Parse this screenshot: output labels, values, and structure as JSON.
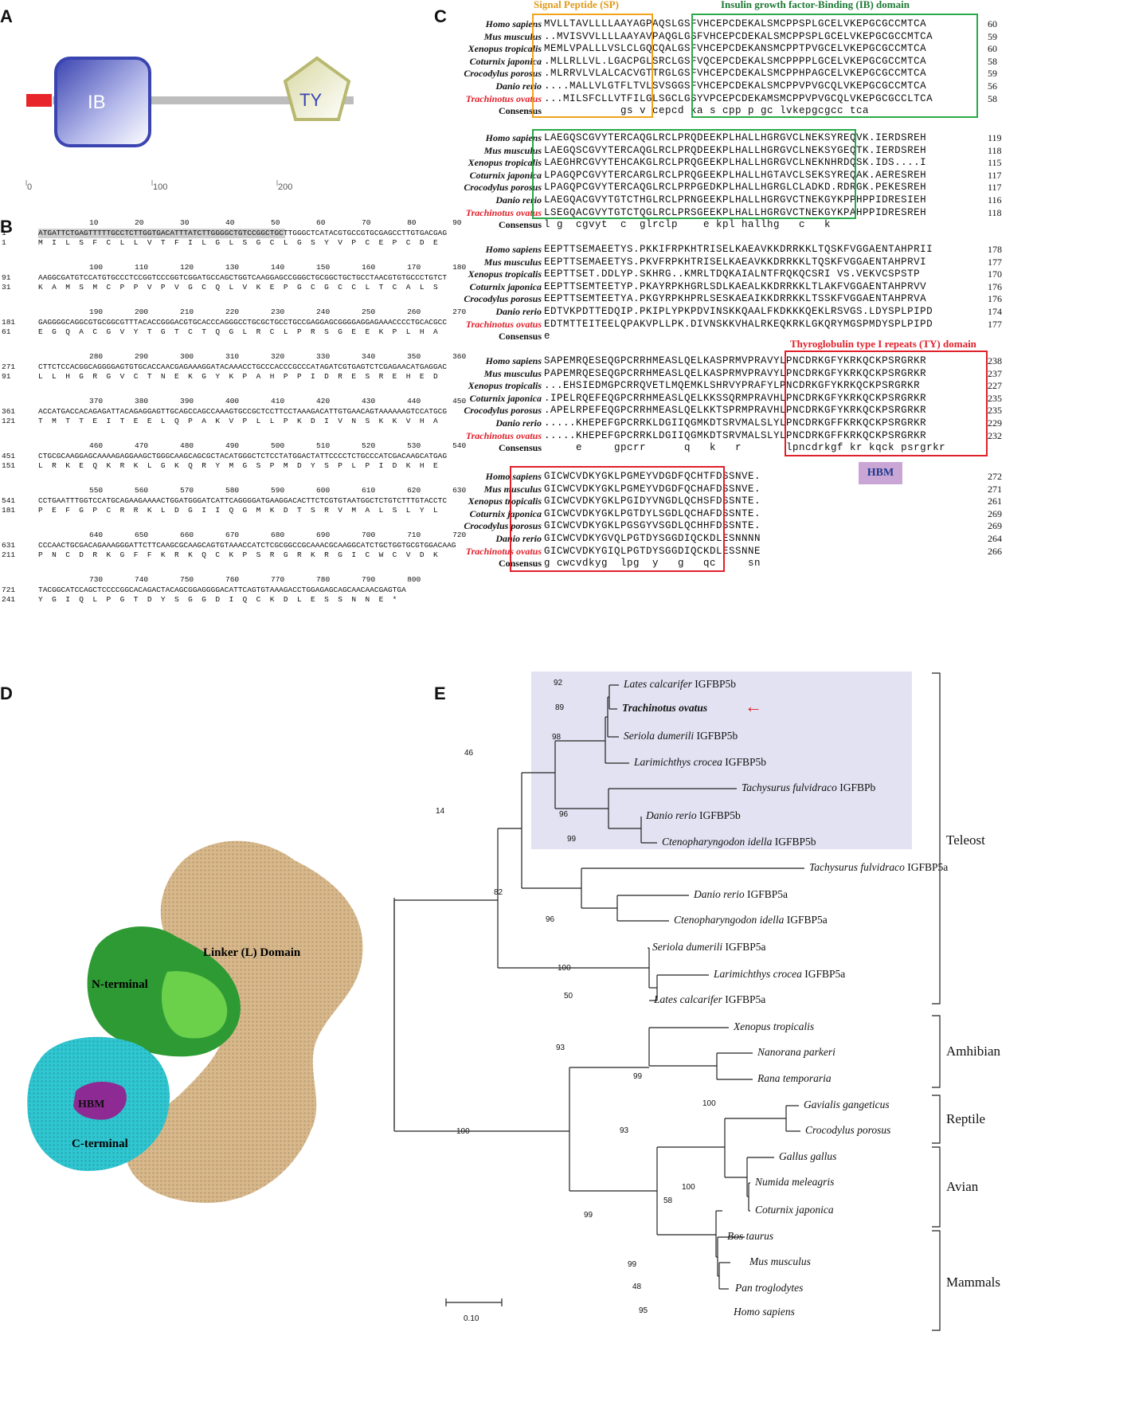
{
  "panels": {
    "a": "A",
    "b": "B",
    "c": "C",
    "d": "D",
    "e": "E"
  },
  "panel_a": {
    "ib_label": "IB",
    "ty_label": "TY",
    "ticks": [
      "0",
      "100",
      "200"
    ],
    "colors": {
      "sp": "#e8252a",
      "ib": "#5a64c8",
      "ty": "#c9c98a",
      "line": "#bdbdbd"
    }
  },
  "panel_b": {
    "rows": [
      {
        "num": "10        20        30        40        50        60        70        80        90",
        "nt_idx": "1",
        "nt": "ATGATTCTGAGTTTTTGCCTCTTGGTGACATTTATCTTGGGGCTGTCCGGCTGCTTGGGCTCATACGTGCCGTGCGAGCCTTGTGACGAG",
        "aa_idx": "1",
        "aa": "M  I  L  S  F  C  L  L  V  T  F  I  L  G  L  S  G  C  L  G  S  Y  V  P  C  E  P  C  D  E"
      },
      {
        "num": "100       110       120       130       140       150       160       170       180",
        "nt_idx": "91",
        "nt": "AAGGCGATGTCCATGTGCCCTCCGGTCCCGGTCGGATGCCAGCTGGTCAAGGAGCCGGGCTGCGGCTGCTGCCTAACGTGTGCCCTGTCT",
        "aa_idx": "31",
        "aa": "K  A  M  S  M  C  P  P  V  P  V  G  C  Q  L  V  K  E  P  G  C  G  C  C  L  T  C  A  L  S"
      },
      {
        "num": "190       200       210       220       230       240       250       260       270",
        "nt_idx": "181",
        "nt": "GAGGGGCAGGCGTGCGGCGTTTACACCGGGACGTGCACCCAGGGCCTGCGCTGCCTGCCGAGGAGCGGGGAGGAGAAACCCCTGCACGCC",
        "aa_idx": "61",
        "aa": "E  G  Q  A  C  G  V  Y  T  G  T  C  T  Q  G  L  R  C  L  P  R  S  G  E  E  K  P  L  H  A"
      },
      {
        "num": "280       290       300       310       320       330       340       350       360",
        "nt_idx": "271",
        "nt": "CTTCTCCACGGCAGGGGAGTGTGCACCAACGAGAAAGGATACAAACCTGCCCACCCGCCCATAGATCGTGAGTCTCGAGAACATGAGGAC",
        "aa_idx": "91",
        "aa": "L  L  H  G  R  G  V  C  T  N  E  K  G  Y  K  P  A  H  P  P  I  D  R  E  S  R  E  H  E  D"
      },
      {
        "num": "370       380       390       400       410       420       430       440       450",
        "nt_idx": "361",
        "nt": "ACCATGACCACAGAGATTACAGAGGAGTTGCAGCCAGCCAAAGTGCCGCTCCTTCCTAAAGACATTGTGAACAGTAAAAAAGTCCATGCG",
        "aa_idx": "121",
        "aa": "T  M  T  T  E  I  T  E  E  L  Q  P  A  K  V  P  L  L  P  K  D  I  V  N  S  K  K  V  H  A"
      },
      {
        "num": "460       470       480       490       500       510       520       530       540",
        "nt_idx": "451",
        "nt": "CTGCGCAAGGAGCAAAAGAGGAAGCTGGGCAAGCAGCGCTACATGGGCTCTCCTATGGACTATTCCCCTCTGCCCATCGACAAGCATGAG",
        "aa_idx": "151",
        "aa": "L  R  K  E  Q  K  R  K  L  G  K  Q  R  Y  M  G  S  P  M  D  Y  S  P  L  P  I  D  K  H  E"
      },
      {
        "num": "550       560       570       580       590       600       610       620       630",
        "nt_idx": "541",
        "nt": "CCTGAATTTGGTCCATGCAGAAGAAAACTGGATGGGATCATTCAGGGGATGAAGGACACTTCTCGTGTAATGGCTCTGTCTTTGTACCTC",
        "aa_idx": "181",
        "aa": "P  E  F  G  P  C  R  R  K  L  D  G  I  I  Q  G  M  K  D  T  S  R  V  M  A  L  S  L  Y  L"
      },
      {
        "num": "640       650       660       670       680       690       700       710       720",
        "nt_idx": "631",
        "nt": "CCCAACTGCGACAGAAAGGGATTCTTCAAGCGCAAGCAGTGTAAACCATCTCGCGGCCGCAAACGCAAGGCATCTGCTGGTGCGTGGACAAG",
        "aa_idx": "211",
        "aa": "P  N  C  D  R  K  G  F  F  K  R  K  Q  C  K  P  S  R  G  R  K  R  G  I  C  W  C  V  D  K"
      },
      {
        "num": "730       740       750       760       770       780       790       800",
        "nt_idx": "721",
        "nt": "TACGGCATCCAGCTCCCCGGCACAGACTACAGCGGAGGGGACATTCAGTGTAAAGACCTGGAGAGCAGCAACAACGAGTGA",
        "aa_idx": "241",
        "aa": "Y  G  I  Q  L  P  G  T  D  Y  S  G  G  D  I  Q  C  K  D  L  E  S  S  N  N  E  *"
      }
    ]
  },
  "panel_c": {
    "sp_title": "Signal Peptide (SP)",
    "ib_title": "Insulin growth factor-Binding (IB) domain",
    "ty_title": "Thyroglobulin type I repeats (TY) domain",
    "hbm_label": "HBM",
    "species": [
      "Homo sapiens",
      "Mus musculus",
      "Xenopus tropicalis",
      "Coturnix japonica",
      "Crocodylus porosus",
      "Danio rerio",
      "Trachinotus ovatus",
      "Consensus"
    ],
    "blocks": [
      {
        "seqs": [
          "MVLLTAVLLLLAAYAGPAQSLGSFVHCEPCDEKALSMCPPSPLGCELVKEPGCGCCMTCA",
          "..MVISVVLLLLAAYAVPAQGLGSFVHCEPCDEKALSMCPPSPLGCELVKEPGCGCCMTCA",
          "MEMLVPALLLVSLCLGQCQALGSFVHCEPCDEKANSMCPPTPVGCELVKEPGCGCCMTCA",
          ".MLLRLLVL.LGACPGLSRCLGSFVQCEPCDEKALSMCPPPPLGCELVKEPGCGCCMTCA",
          ".MLRRVLVLALCACVGTTRGLGSFVHCEPCDEKALSMCPPHPAGCELVKEPGCGCCMTCA",
          "....MALLVLGTFLTVLSVSGGSFVHCEPCDEKALSMCPPVPVGCQLVKEPGCGCCMTCA",
          "...MILSFCLLVTFILGLSGCLGSYVPCEPCDEKAMSMCPPVPVGCQLVKEPGCGCCLTCA",
          "            gs v cepcd ka s cpp p gc lvkepgcgcc tca"
        ],
        "nums": [
          "60",
          "59",
          "60",
          "58",
          "59",
          "56",
          "58"
        ]
      },
      {
        "seqs": [
          "LAEGQSCGVYTERCAQGLRCLPRQDEEKPLHALLHGRGVCLNEKSYREQVK.IERDSREH",
          "LAEGQSCGVYTERCAQGLRCLPRQDEEKPLHALLHGRGVCLNEKSYGEQTK.IERDSREH",
          "LAEGHRCGVYTEHCAKGLRCLPRQGEEKPLHALLHGRGVCLNEKNHRDQSK.IDS....I",
          "LPAGQPCGVYTERCARGLRCLPRQGEEKPLHALLHGTAVCLSEKSYREQAK.AERESREH",
          "LPAGQPCGVYTERCAQGLRCLPRPGEDKPLHALLHGRGLCLADKD.RDRGK.PEKESREH",
          "LAEGQACGVYTGTCTHGLRCLPRNGEEKPLHALLHGRGVCTNEKGYKPPHPPIDRESIEH",
          "LSEGQACGVYTGTCTQGLRCLPRSGEEKPLHALLHGRGVCTNEKGYKPAHPPIDRESREH",
          "l g  cgvyt  c  glrclp    e kpl hallhg   c   k"
        ],
        "nums": [
          "119",
          "118",
          "115",
          "117",
          "117",
          "116",
          "118"
        ]
      },
      {
        "seqs": [
          "EEPTTSEMAEETYS.PKKIFRPKHTRISELKAEAVKKDRRKKLTQSKFVGGAENTAHPRII",
          "EEPTTSEMAEETYS.PKVFRPKHTRISELKAEAVKKDRRKKLTQSKFVGGAENTAHPRVI",
          "EEPTTSET.DDLYP.SKHRG..KMRLTDQKAIALNTFRQKQCSRI VS.VEKVCSPSTP",
          "EEPTTSEMTEETYP.PKAYRPKHGRLSDLKAEALKKDRRKKLTLAKFVGGAENTAHPRVV",
          "EEPTTSEMTEETYA.PKGYRPKHPRLSESKAEAIKKDRRKKLTSSKFVGGAENTAHPRVA",
          "EDTVKPDTTEDQIP.PKIPLYPKPDVINSKKQAALFKDKKKQEKLRSVGS.LDYSPLPIPD",
          "EDTMTTEITEELQPAKVPLLPK.DIVNSKKVHALRKEQKRKLGKQRYMGSPMDYSPLPIPD",
          "e         "
        ],
        "nums": [
          "178",
          "177",
          "170",
          "176",
          "176",
          "174",
          "177"
        ]
      },
      {
        "seqs": [
          "SAPEMRQESEQGPCRRHMEASLQELKASPRMVPRAVYLPNCDRKGFYKRKQCKPSRGRKR",
          "PAPEMRQESEQGPCRRHMEASLQELKASPRMVPRAVYLPNCDRKGFYKRKQCKPSRGRKR",
          "...EHSIEDMGPCRRQVETLMQEMKLSHRVYPRAFYLPNCDRKGFYKRKQCKPSRGRKR",
          ".IPELRQEFEQGPCRRHMEASLQELKKSSQRMPRAVHLPNCDRKGFYKRKQCKPSRGRKR",
          ".APELRPEFEQGPCRRHMEASLQELKKTSPRMPRAVHLPNCDRKGFYKRKQCKPSRGRKR",
          ".....KHEPEFGPCRRKLDGIIQGMKDTSRVMALSLYLPNCDRKGFFKRKQCKPSRGRKR",
          ".....KHEPEFGPCRRKLDGIIQGMKDTSRVMALSLYLPNCDRKGFFKRKQCKPSRGRKR",
          "     e     gpcrr      q   k   r       lpncdrkgf kr kqck psrgrkr"
        ],
        "nums": [
          "238",
          "237",
          "227",
          "235",
          "235",
          "229",
          "232"
        ]
      },
      {
        "seqs": [
          "GICWCVDKYGKLPGMEYVDGDFQCHTFDSSNVE.",
          "GICWCVDKYGKLPGMEYVDGDFQCHAFDSSNVE.",
          "GICWCVDKYGKLPGIDYVNGDLQCHSFDSSNTE.",
          "GICWCVDKYGKLPGTDYLSGDLQCHAFDSSNTE.",
          "GICWCVDKYGKLPGSGYVSGDLQCHHFDSSNTE.",
          "GICWCVDKYGVQLPGTDYSGGDIQCKDLESNNNN",
          "GICWCVDKYGIQLPGTDYSGGDIQCKDLESSNNE",
          "g cwcvdkyg  lpg  y   g   qc     sn"
        ],
        "nums": [
          "272",
          "271",
          "261",
          "269",
          "269",
          "264",
          "266"
        ]
      }
    ]
  },
  "panel_d": {
    "linker": "Linker (L) Domain",
    "n_terminal": "N-terminal",
    "c_terminal": "C-terminal",
    "hbm": "HBM"
  },
  "panel_e": {
    "scale_label": "0.10",
    "groups": [
      "Teleost",
      "Amhibian",
      "Reptile",
      "Avian",
      "Mammals"
    ],
    "taxa": [
      {
        "sp": "Lates calcarifer",
        "gene": "IGFBP5b"
      },
      {
        "sp": "Trachinotus ovatus",
        "gene": ""
      },
      {
        "sp": "Seriola dumerili",
        "gene": "IGFBP5b"
      },
      {
        "sp": "Larimichthys crocea",
        "gene": "IGFBP5b"
      },
      {
        "sp": "Tachysurus fulvidraco",
        "gene": "IGFBPb"
      },
      {
        "sp": "Danio rerio",
        "gene": "IGFBP5b"
      },
      {
        "sp": "Ctenopharyngodon idella",
        "gene": "IGFBP5b"
      },
      {
        "sp": "Tachysurus fulvidraco",
        "gene": "IGFBP5a"
      },
      {
        "sp": "Danio rerio",
        "gene": "IGFBP5a"
      },
      {
        "sp": "Ctenopharyngodon idella",
        "gene": "IGFBP5a"
      },
      {
        "sp": "Seriola dumerili",
        "gene": "IGFBP5a"
      },
      {
        "sp": "Larimichthys crocea",
        "gene": "IGFBP5a"
      },
      {
        "sp": "Lates calcarifer",
        "gene": "IGFBP5a"
      },
      {
        "sp": "Xenopus tropicalis",
        "gene": ""
      },
      {
        "sp": "Nanorana parkeri",
        "gene": ""
      },
      {
        "sp": "Rana temporaria",
        "gene": ""
      },
      {
        "sp": "Gavialis gangeticus",
        "gene": ""
      },
      {
        "sp": "Crocodylus porosus",
        "gene": ""
      },
      {
        "sp": "Gallus gallus",
        "gene": ""
      },
      {
        "sp": "Numida meleagris",
        "gene": ""
      },
      {
        "sp": "Coturnix japonica",
        "gene": ""
      },
      {
        "sp": "Bos taurus",
        "gene": ""
      },
      {
        "sp": "Mus musculus",
        "gene": ""
      },
      {
        "sp": "Pan troglodytes",
        "gene": ""
      },
      {
        "sp": "Homo sapiens",
        "gene": ""
      }
    ],
    "bootstraps": [
      "92",
      "89",
      "98",
      "46",
      "96",
      "99",
      "14",
      "82",
      "96",
      "100",
      "50",
      "93",
      "99",
      "100",
      "93",
      "100",
      "58",
      "99",
      "99",
      "48",
      "95",
      "100"
    ]
  }
}
